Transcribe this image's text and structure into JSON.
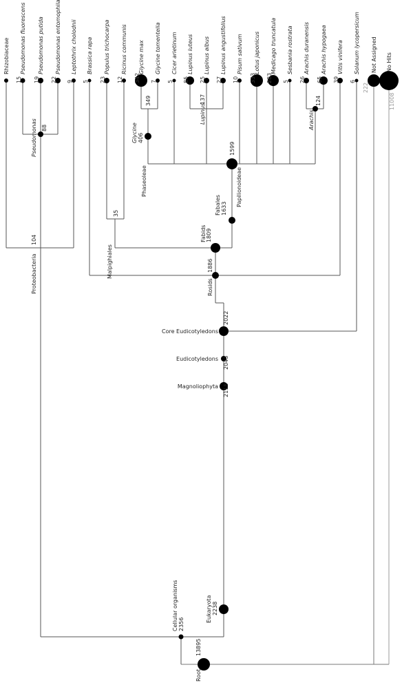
{
  "nodes": {
    "root": {
      "label": "Root",
      "count": "13895"
    },
    "cellular": {
      "label": "Cellular organisms",
      "count": "2356"
    },
    "eukaryota": {
      "label": "Eukaryota",
      "count": "2238"
    },
    "magnoliophyta": {
      "label": "Magnoliophyta",
      "count": "2118"
    },
    "eudicots": {
      "label": "Eudicotyledons",
      "count": "2043"
    },
    "core_eudicots": {
      "label": "Core Eudicotyledons",
      "count": "2022"
    },
    "rosids": {
      "label": "Rosids",
      "count": "1886"
    },
    "fabids": {
      "label": "Fabids",
      "count": "1809"
    },
    "fabales": {
      "label": "Fabales",
      "count": "1633"
    },
    "papilionoideae": {
      "label": "Papilionoideae",
      "count": "1599"
    },
    "phaseoleae": {
      "label": "Phaseoleae"
    },
    "glycine_genus": {
      "label": "Glycine",
      "count": "406"
    },
    "glycine_inner": {
      "count": "349"
    },
    "lupinus": {
      "label": "Lupinus",
      "count": "137"
    },
    "arachis": {
      "label": "Arachis",
      "count": "124"
    },
    "malpighiales": {
      "label": "Malpighiales",
      "count": "35"
    },
    "proteobacteria": {
      "label": "Proteobacteria",
      "count": "104"
    },
    "pseudomonas": {
      "label": "Pseudomonas",
      "count": "88"
    }
  },
  "leaves": [
    {
      "id": "rhizobiaceae",
      "name": "Rhizobiaceae",
      "count": "",
      "italic": false
    },
    {
      "id": "pfluorescens",
      "name": "Pseudomonas fluorescens",
      "count": "15",
      "italic": true
    },
    {
      "id": "pputida",
      "name": "Pseudomonas putida",
      "count": "19",
      "italic": true
    },
    {
      "id": "pentomophila",
      "name": "Pseudomonas entomophila",
      "count": "22",
      "italic": true
    },
    {
      "id": "leptothrix",
      "name": "Leptothrix cholodnii",
      "count": "9",
      "italic": true
    },
    {
      "id": "brassica",
      "name": "Brassica rapa",
      "count": "5",
      "italic": true
    },
    {
      "id": "populus",
      "name": "Populus trichocarpa",
      "count": "23",
      "italic": true
    },
    {
      "id": "ricinus",
      "name": "Ricinus communis",
      "count": "12",
      "italic": true
    },
    {
      "id": "gmax",
      "name": "Glycine max",
      "count": "342",
      "italic": true
    },
    {
      "id": "gtomentella",
      "name": "Glycine tomentella",
      "count": "7",
      "italic": true
    },
    {
      "id": "cicer",
      "name": "Cicer arietinum",
      "count": "5",
      "italic": true
    },
    {
      "id": "lluteus",
      "name": "Lupinus luteus",
      "count": "85",
      "italic": true
    },
    {
      "id": "lalbus",
      "name": "Lupinus albus",
      "count": "25",
      "italic": true
    },
    {
      "id": "langustifolius",
      "name": "Lupinus angustifolius",
      "count": "27",
      "italic": true
    },
    {
      "id": "pisum",
      "name": "Pisum sativum",
      "count": "10",
      "italic": true
    },
    {
      "id": "lotus",
      "name": "Lotus japonicus",
      "count": "333",
      "italic": true
    },
    {
      "id": "medicago",
      "name": "Medicago truncatula",
      "count": "283",
      "italic": true
    },
    {
      "id": "sesbania",
      "name": "Sesbania rostrata",
      "count": "5",
      "italic": true
    },
    {
      "id": "aduranensis",
      "name": "Arachis duranensis",
      "count": "26",
      "italic": true
    },
    {
      "id": "ahypogaea",
      "name": "Arachis hypogaea",
      "count": "65",
      "italic": true
    },
    {
      "id": "vitis",
      "name": "Vitis vinifera",
      "count": "39",
      "italic": true
    },
    {
      "id": "solanum",
      "name": "Solanum lycopersicum",
      "count": "6",
      "italic": true
    },
    {
      "id": "notassigned",
      "name": "Not Assigned",
      "count": "222",
      "italic": false
    },
    {
      "id": "nohits",
      "name": "No Hits",
      "count": "11008",
      "italic": false
    }
  ],
  "colors": {
    "line": "#555555",
    "node": "#000000",
    "muted": "#999999"
  }
}
